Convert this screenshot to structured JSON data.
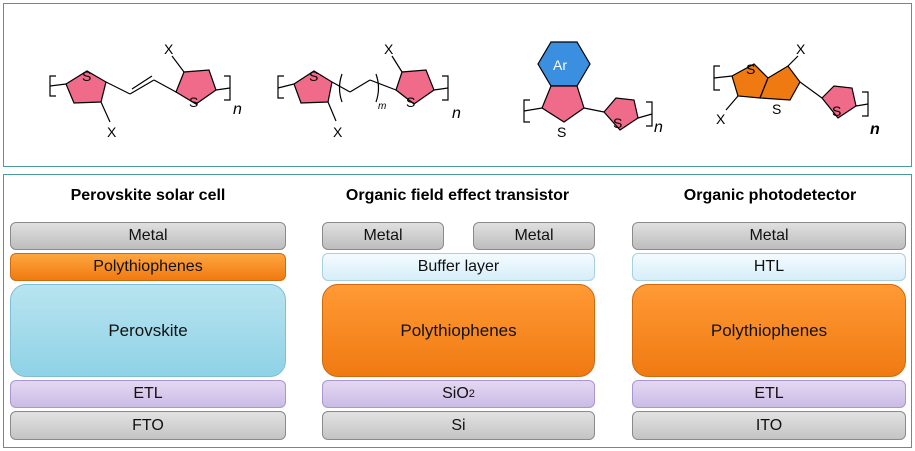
{
  "structures": {
    "s1": {
      "x_top": "X",
      "x_bottom": "X",
      "s": "S",
      "n": "n"
    },
    "s2": {
      "x_top": "X",
      "x_bottom": "X",
      "s": "S",
      "m": "m",
      "n": "n"
    },
    "s3": {
      "ar": "Ar",
      "s": "S",
      "n": "n"
    },
    "s4": {
      "x_top": "X",
      "x_bottom": "X",
      "s": "S",
      "n": "n"
    }
  },
  "columns": [
    {
      "title": "Perovskite solar cell",
      "layers": [
        "Metal",
        "Polythiophenes",
        "Perovskite",
        "ETL",
        "FTO"
      ]
    },
    {
      "title": "Organic field effect transistor",
      "layers": [
        "Metal",
        "Metal",
        "Buffer layer",
        "Polythiophenes",
        "SiO",
        "2",
        "Si"
      ]
    },
    {
      "title": "Organic photodetector",
      "layers": [
        "Metal",
        "HTL",
        "Polythiophenes",
        "ETL",
        "ITO"
      ]
    }
  ],
  "colors": {
    "thiophene_pink": "#f06a8a",
    "fused_orange": "#f07a12",
    "aryl_blue": "#3a8fe0",
    "perovskite_blue": "#9fd8ea",
    "etl_purple": "#d4c6ec"
  }
}
